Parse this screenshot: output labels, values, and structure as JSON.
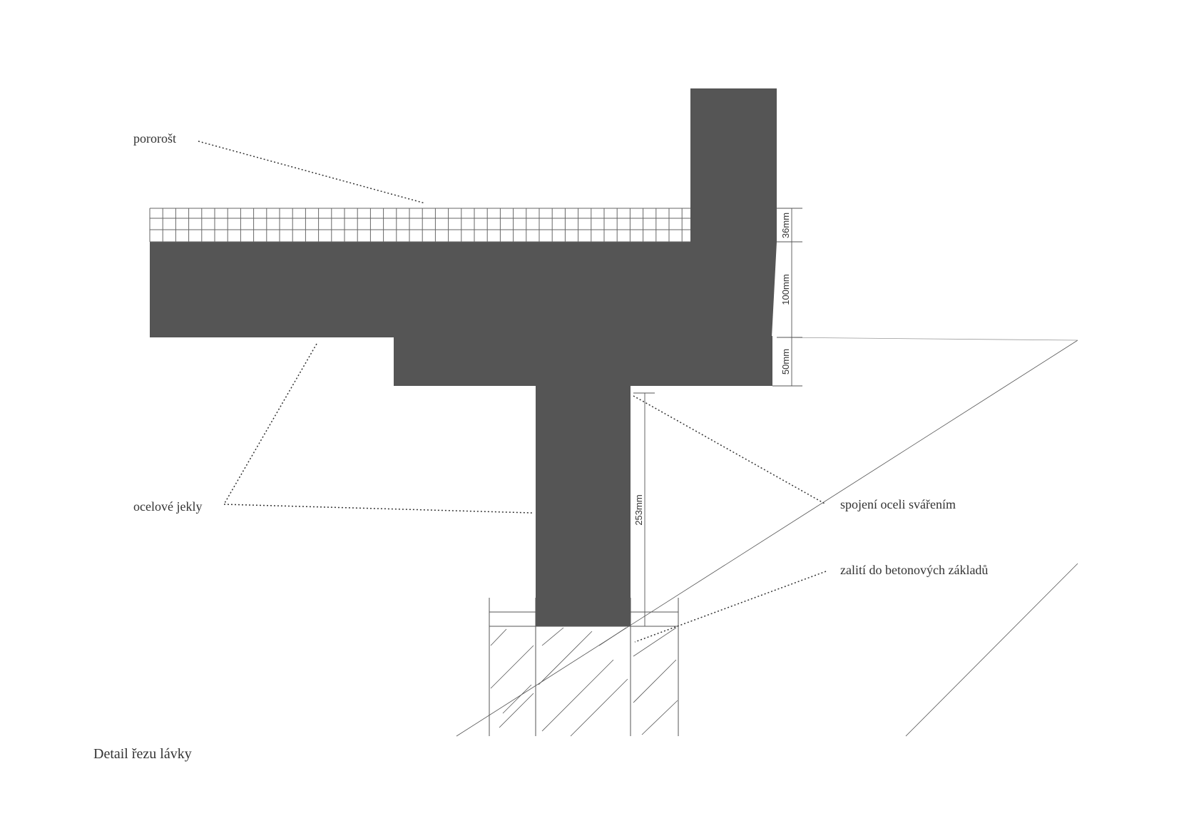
{
  "title": "Detail řezu lávky",
  "labels": {
    "grating": "pororošt",
    "steel_profiles": "ocelové jekly",
    "weld": "spojení oceli svářením",
    "concrete": "zalití do betonových základů"
  },
  "dimensions": {
    "grating_thickness": "36mm",
    "beam_height": "100mm",
    "lower_beam_height": "50mm",
    "post_height": "253mm"
  },
  "colors": {
    "steel": "#555555",
    "lines": "#333333",
    "background": "#ffffff"
  }
}
